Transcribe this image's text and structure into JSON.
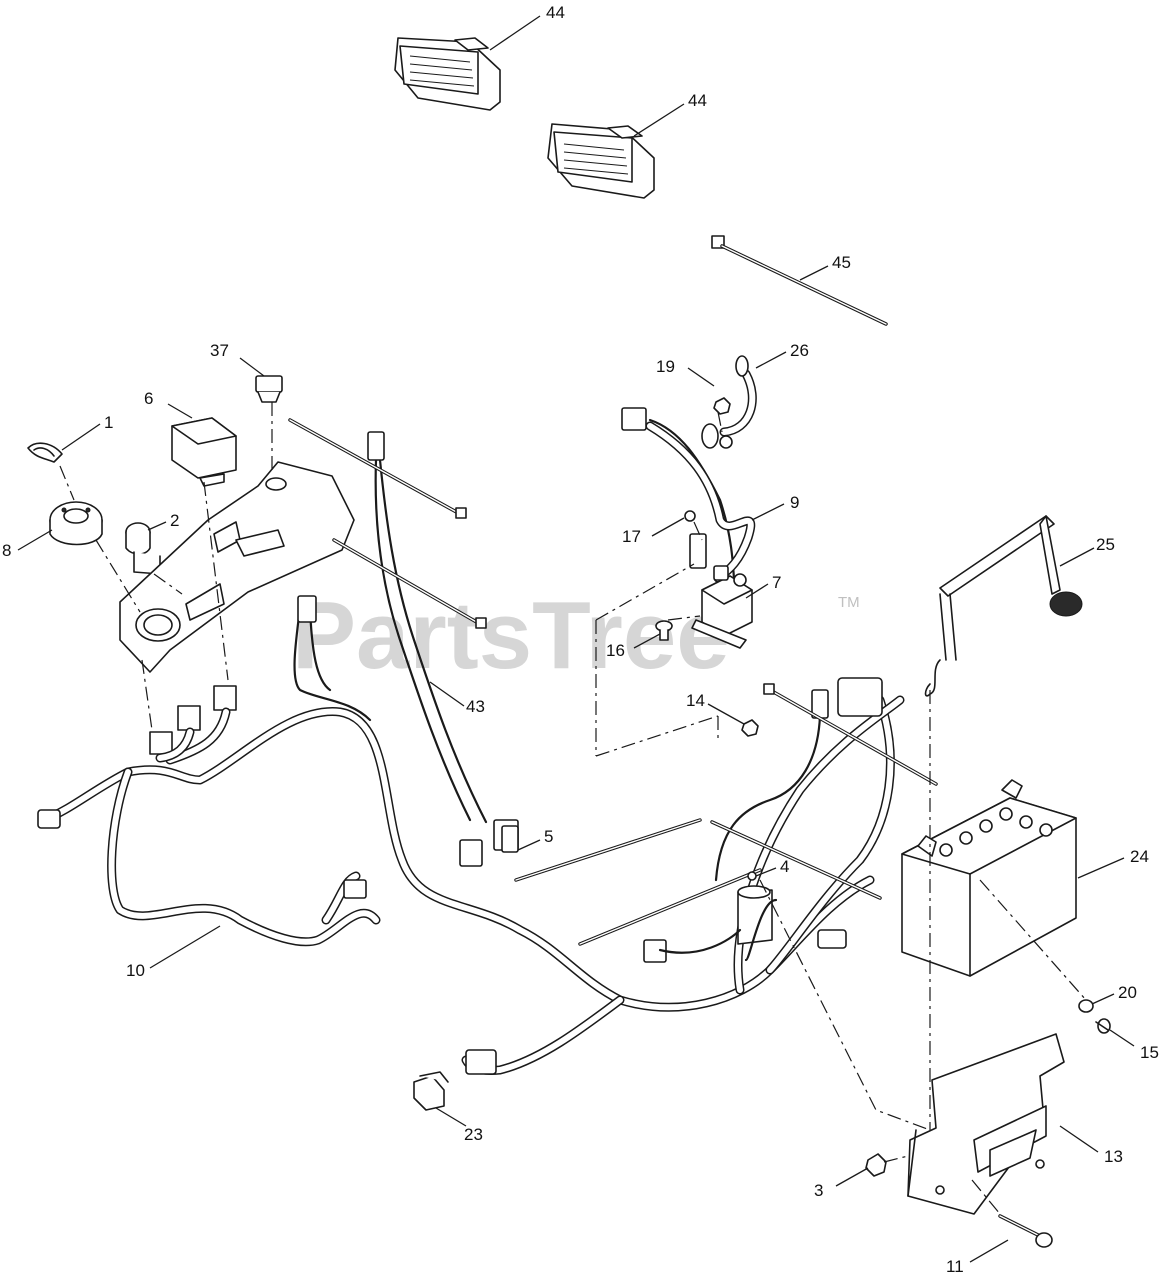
{
  "watermark": {
    "brand": "PartsTree",
    "trademark": "TM"
  },
  "callouts": {
    "c44a": "44",
    "c44b": "44",
    "c45": "45",
    "c37": "37",
    "c19": "19",
    "c26": "26",
    "c6": "6",
    "c1": "1",
    "c9": "9",
    "c2": "2",
    "c8": "8",
    "c17": "17",
    "c25": "25",
    "c7": "7",
    "c16": "16",
    "c43": "43",
    "c14": "14",
    "c5": "5",
    "c24": "24",
    "c4": "4",
    "c10": "10",
    "c20": "20",
    "c15": "15",
    "c23": "23",
    "c13": "13",
    "c3": "3",
    "c11": "11"
  }
}
